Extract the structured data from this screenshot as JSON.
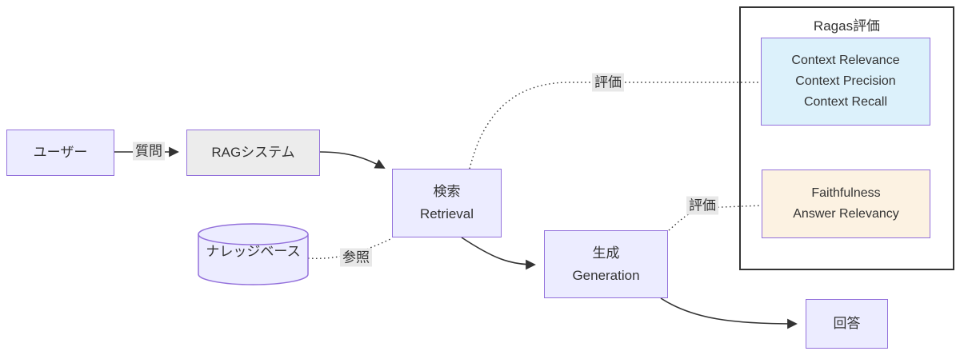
{
  "colors": {
    "canvas_bg": "#FFFFFF",
    "node_fill": "#ECECFF",
    "node_border": "#9370DB",
    "system_fill": "#ECECEC",
    "context_fill": "#DCF1FB",
    "faithfulness_fill": "#FCF2E2",
    "container_border": "#333333",
    "edge_color": "#333333",
    "edge_label_bg": "#E8E8E8",
    "text_color": "#333333"
  },
  "nodes": {
    "user": {
      "label": "ユーザー"
    },
    "rag_system": {
      "label": "RAGシステム"
    },
    "retrieval": {
      "lines": [
        "検索",
        "Retrieval"
      ]
    },
    "knowledge_base": {
      "label": "ナレッジベース"
    },
    "generation": {
      "lines": [
        "生成",
        "Generation"
      ]
    },
    "answer": {
      "label": "回答"
    },
    "context_metrics": {
      "lines": [
        "Context Relevance",
        "Context Precision",
        "Context Recall"
      ]
    },
    "generation_metrics": {
      "lines": [
        "Faithfulness",
        "Answer Relevancy"
      ]
    }
  },
  "container": {
    "title": "Ragas評価"
  },
  "edges": {
    "question_label": "質問",
    "reference_label": "参照",
    "eval_retrieval_label": "評価",
    "eval_generation_label": "評価"
  }
}
